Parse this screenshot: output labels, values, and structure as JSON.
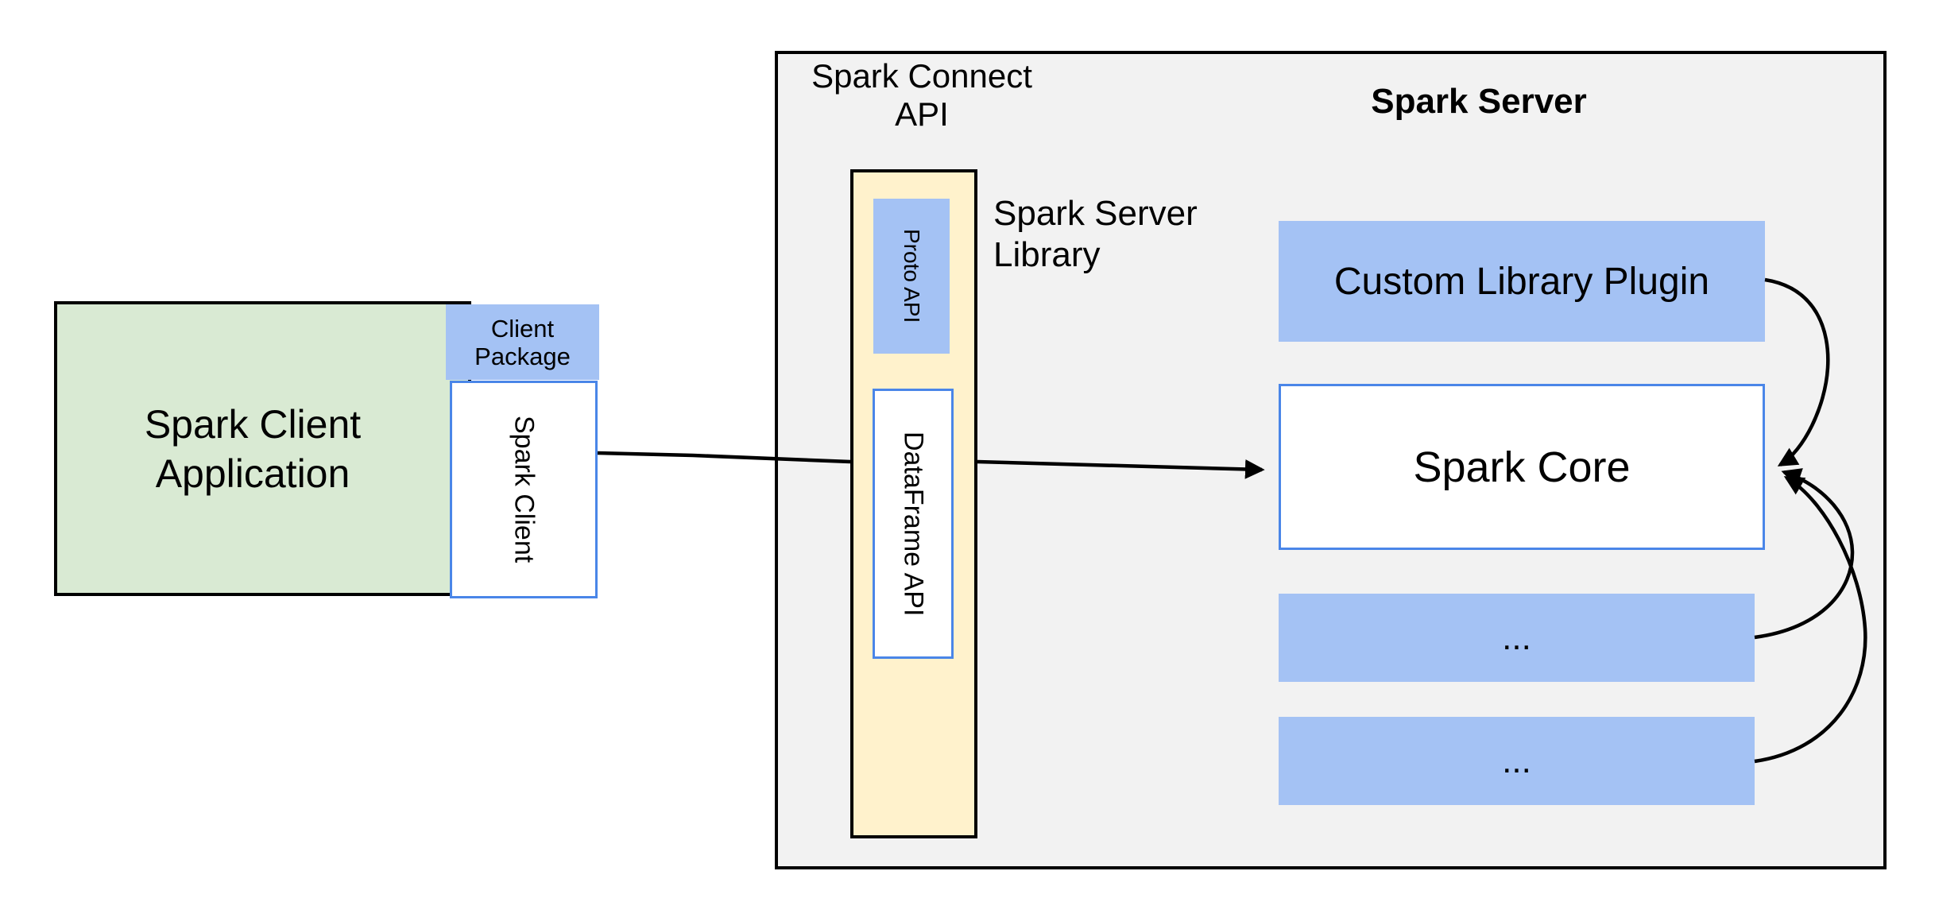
{
  "diagram": {
    "client": {
      "app_label_line1": "Spark Client",
      "app_label_line2": "Application",
      "package_label_line1": "Client",
      "package_label_line2": "Package",
      "spark_client_label": "Spark Client"
    },
    "connect": {
      "api_label_line1": "Spark Connect",
      "api_label_line2": "API",
      "proto_api_label": "Proto API",
      "dataframe_api_label": "DataFrame API",
      "server_library_label_line1": "Spark Server",
      "server_library_label_line2": "Library"
    },
    "server": {
      "title": "Spark Server",
      "plugin_label": "Custom Library Plugin",
      "core_label": "Spark Core",
      "slot1_label": "...",
      "slot2_label": "..."
    },
    "colors": {
      "client_app_fill": "#d9ead3",
      "accent_blue_fill": "#a4c2f4",
      "accent_blue_border": "#4a86e8",
      "connect_api_fill": "#fff2cc",
      "server_fill": "#f2f2f2",
      "outline": "#000000",
      "text": "#000000"
    }
  }
}
